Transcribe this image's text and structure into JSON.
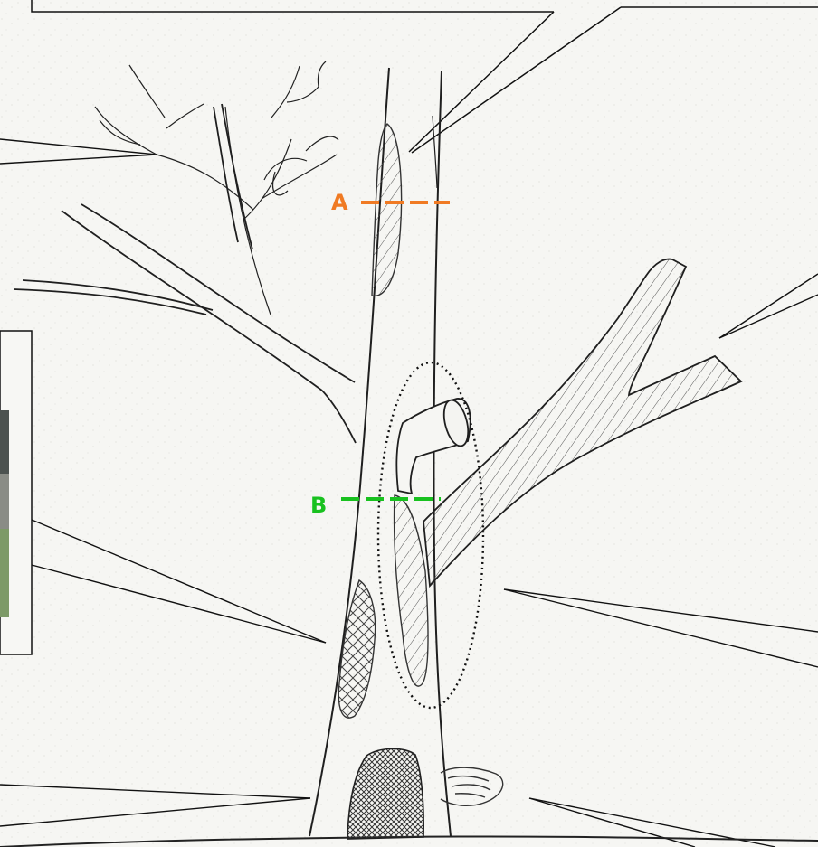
{
  "markers": [
    {
      "id": "A",
      "label": "A",
      "color": "#f07a23"
    },
    {
      "id": "B",
      "label": "B",
      "color": "#18c11f"
    }
  ],
  "colors": {
    "paper": "#f6f6f3",
    "ink": "#222222",
    "callout": "#111111",
    "shade": "#666666",
    "photo_dark": "#4d5a50",
    "photo_green": "#7d9a67"
  }
}
